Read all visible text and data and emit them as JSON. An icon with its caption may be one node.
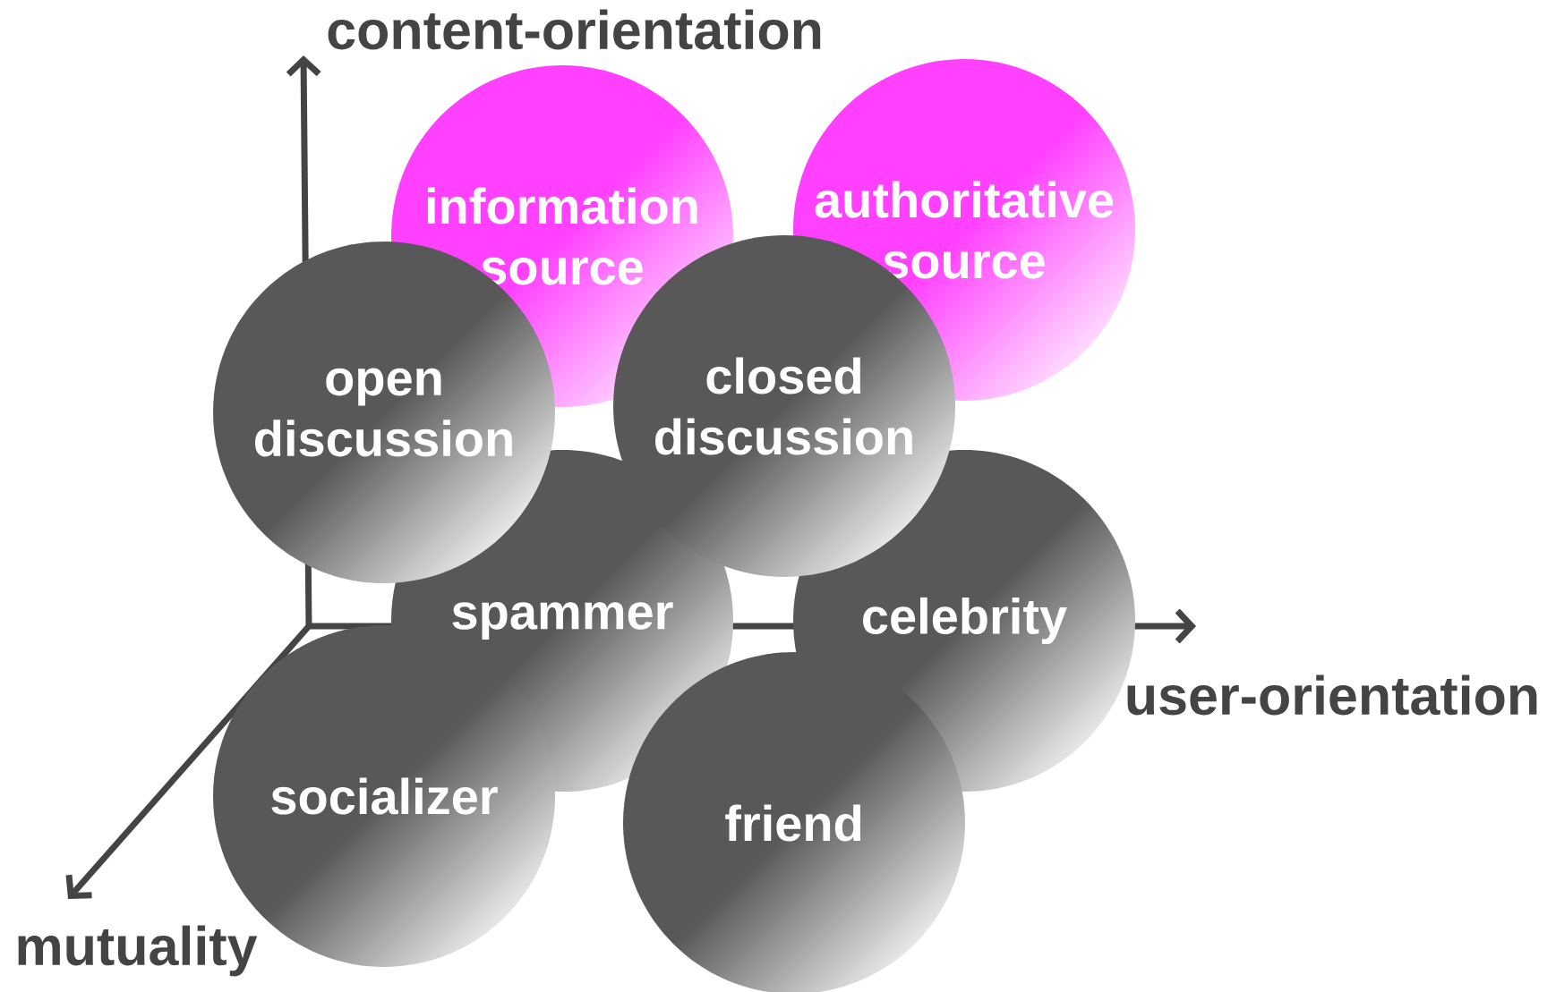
{
  "diagram": {
    "nodes": [
      {
        "text": [
          "information source"
        ]
      },
      {
        "text": [
          "authoritative source"
        ]
      },
      {
        "text": [
          "open discussion"
        ]
      },
      {
        "text": [
          "closed discussion"
        ]
      },
      {
        "text": [
          "spammer"
        ]
      },
      {
        "text": [
          "celebrity"
        ]
      },
      {
        "text": [
          "socializer"
        ]
      },
      {
        "text": [
          "friend"
        ]
      }
    ],
    "labels": [
      "content-orientation",
      "user-orientation",
      "mutuality"
    ]
  }
}
